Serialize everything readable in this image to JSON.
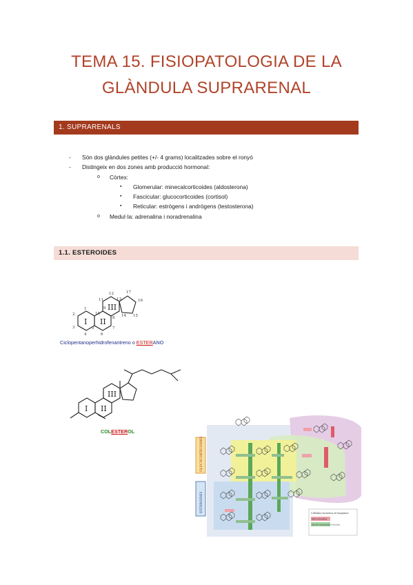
{
  "title": {
    "line1": "TEMA 15. FISIOPATOLOGIA DE LA",
    "line2": "GLÀNDULA SUPRARENAL"
  },
  "section1": {
    "heading": "1. SUPRARENALS"
  },
  "bullets": [
    {
      "level": 1,
      "marker": "-",
      "text": "Són dos glàndules petites (+/- 4 grams) localitzades sobre el ronyó"
    },
    {
      "level": 1,
      "marker": "-",
      "text": "Distingeix en dos zones amb producció hormonal:"
    },
    {
      "level": 2,
      "marker": "o",
      "text": "Còrtex:"
    },
    {
      "level": 3,
      "marker": "▪",
      "text": "Glomerular: minecalcorticoides (aldosterona)"
    },
    {
      "level": 3,
      "marker": "▪",
      "text": "Fascicular: glucocorticoides (cortisol)"
    },
    {
      "level": 3,
      "marker": "▪",
      "text": "Reticular: estrògens i andrògens (testosterona)"
    },
    {
      "level": 2,
      "marker": "o",
      "text": "Medul·la: adrenalina i noradrenalina"
    }
  ],
  "section11": {
    "heading": "1.1. ESTEROIDES"
  },
  "figure1": {
    "ring_labels": [
      "I",
      "II",
      "III"
    ],
    "atom_numbers": [
      "1",
      "2",
      "3",
      "4",
      "5",
      "6",
      "7",
      "8",
      "9",
      "10",
      "11",
      "12",
      "13",
      "14",
      "15",
      "16",
      "17"
    ],
    "caption_pre": "Ciclopentanoperhidrofenantreno o ",
    "caption_hl": "ESTER",
    "caption_post": "ANO"
  },
  "figure2": {
    "ring_labels": [
      "I",
      "II",
      "III"
    ],
    "caption_pre": "COL",
    "caption_hl": "ESTER",
    "caption_post": "OL"
  },
  "figure3": {
    "side_labels": [
      "GLUCOCORTICOIDES",
      "ESTEROIDES"
    ],
    "legend": [
      "Cellular location of enzymes",
      "Mitochondria",
      "Smooth endoplasmic reticulum"
    ]
  }
}
